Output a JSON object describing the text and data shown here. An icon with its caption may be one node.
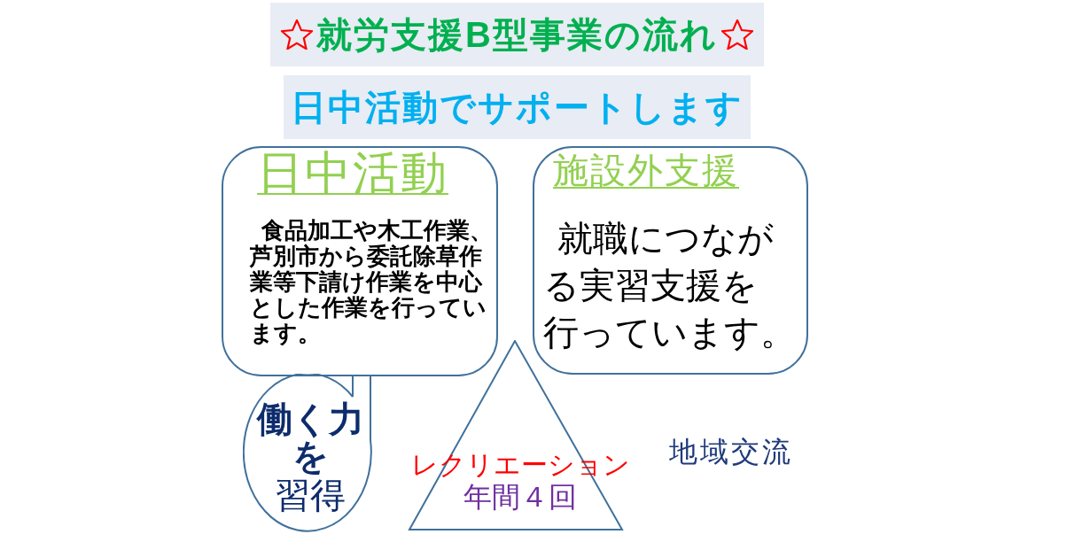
{
  "diagram": {
    "nodes": [
      {
        "text": [
          "就労支援B型事業の流れ"
        ]
      },
      {
        "text": [
          "日中活動でサポートします"
        ]
      },
      {
        "text": [
          "日中活動",
          "食品加工や木工作業、芦別市から委託除草作業等下請け作業を中心とした作業を行っています。"
        ]
      },
      {
        "text": [
          "施設外支援",
          "就職につながる実習支援を行っています。"
        ]
      },
      {
        "text": [
          "働く力を",
          "習得"
        ]
      },
      {
        "text": [
          "レクリエーション",
          "年間４回"
        ]
      }
    ],
    "labels": [
      "地域交流"
    ]
  }
}
